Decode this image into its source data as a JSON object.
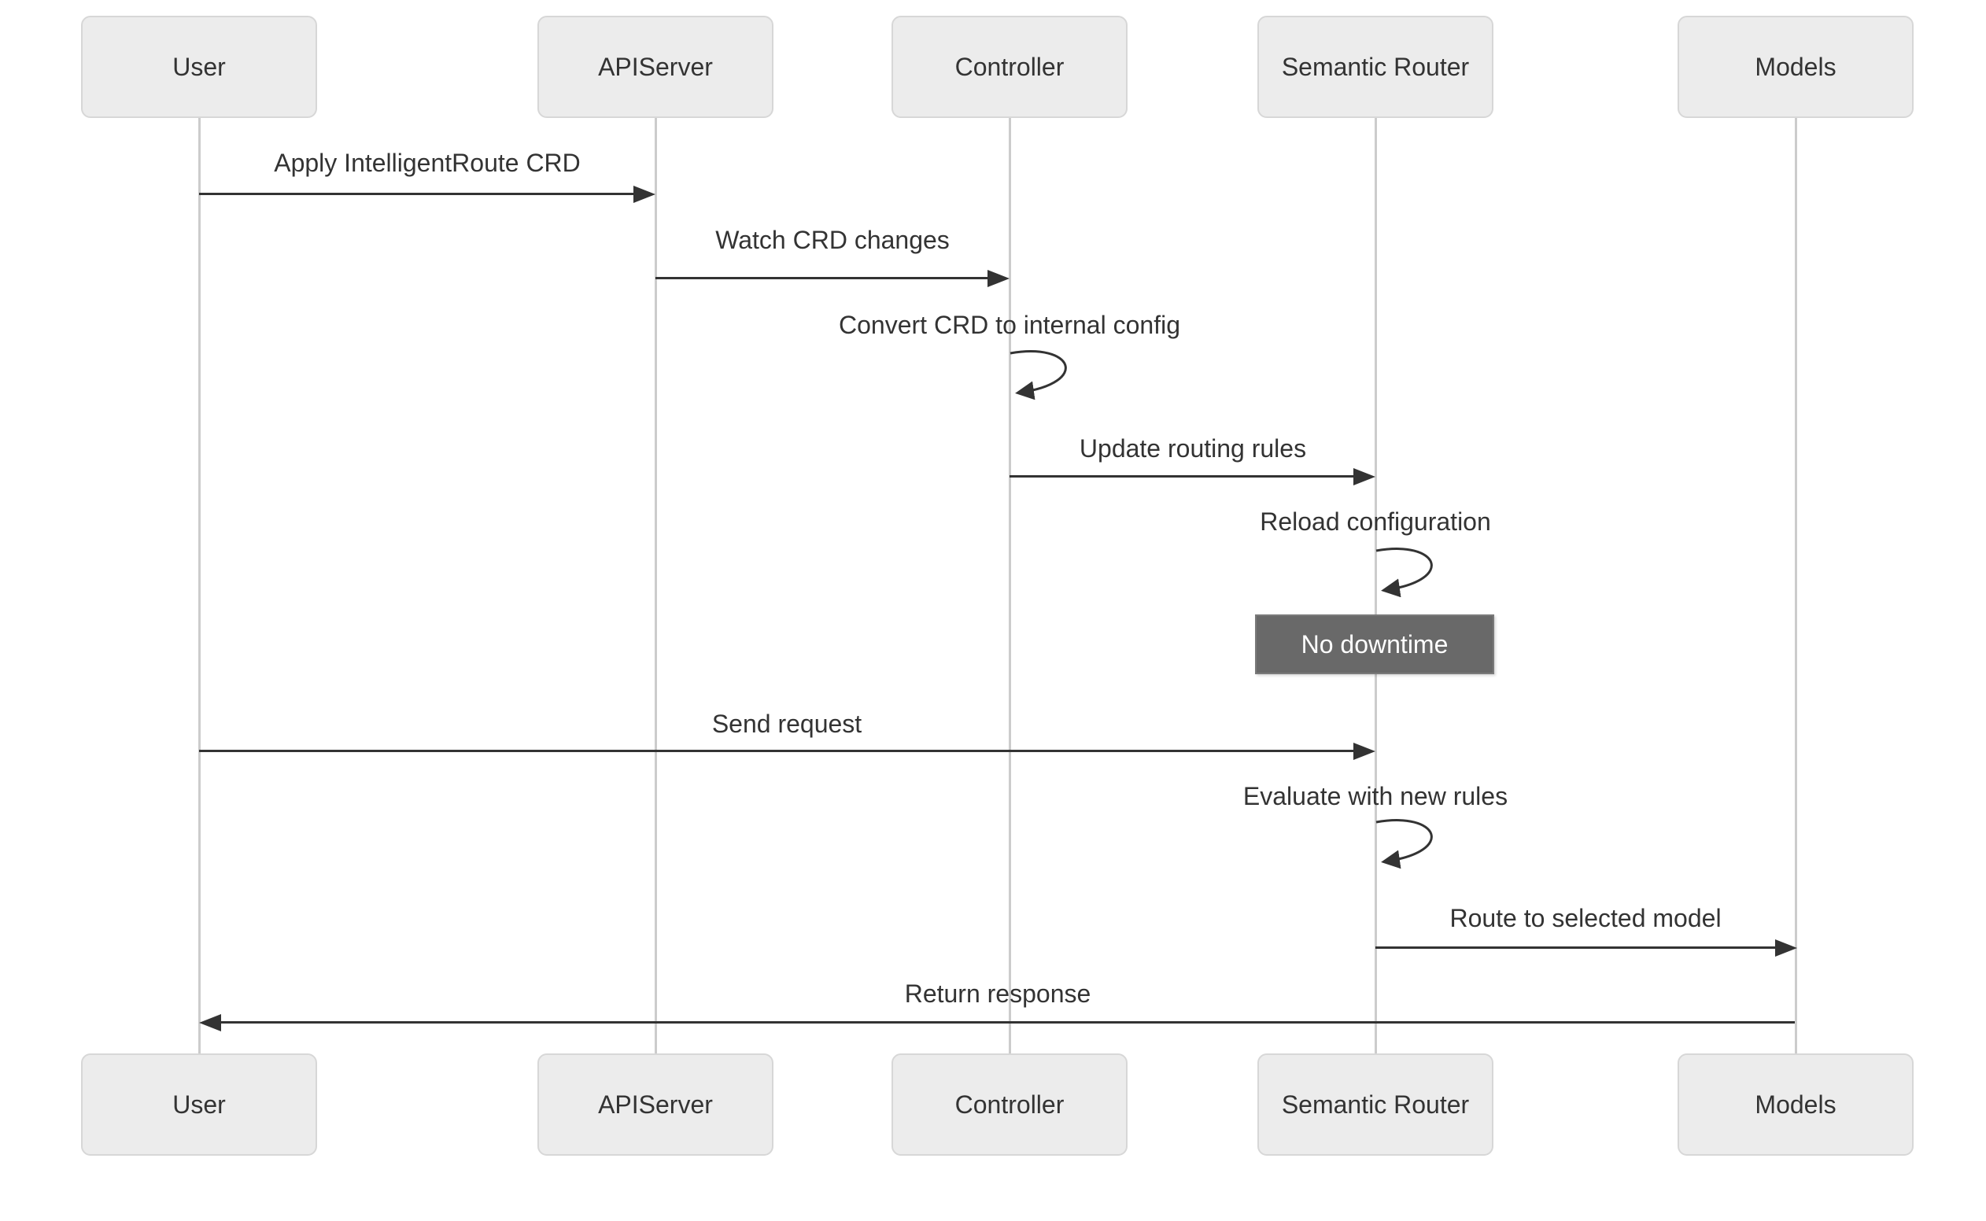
{
  "diagram": {
    "type": "sequence-diagram",
    "colors": {
      "background": "#ffffff",
      "actor_fill": "#ececec",
      "actor_border": "#d7d7d7",
      "actor_text": "#333333",
      "lifeline": "#cccccc",
      "arrow": "#333333",
      "message_text": "#333333",
      "note_fill": "#696969",
      "note_border": "#7a7a7a",
      "note_text": "#ffffff"
    },
    "actors": [
      {
        "label": "User"
      },
      {
        "label": "APIServer"
      },
      {
        "label": "Controller"
      },
      {
        "label": "Semantic Router"
      },
      {
        "label": "Models"
      }
    ],
    "messages": [
      {
        "label": "Apply IntelligentRoute CRD",
        "from": "User",
        "to": "APIServer",
        "kind": "solid-arrow"
      },
      {
        "label": "Watch CRD changes",
        "from": "APIServer",
        "to": "Controller",
        "kind": "solid-arrow"
      },
      {
        "label": "Convert CRD to internal config",
        "from": "Controller",
        "to": "Controller",
        "kind": "self-loop"
      },
      {
        "label": "Update routing rules",
        "from": "Controller",
        "to": "Semantic Router",
        "kind": "solid-arrow"
      },
      {
        "label": "Reload configuration",
        "from": "Semantic Router",
        "to": "Semantic Router",
        "kind": "self-loop"
      },
      {
        "label": "Send request",
        "from": "User",
        "to": "Semantic Router",
        "kind": "solid-arrow"
      },
      {
        "label": "Evaluate with new rules",
        "from": "Semantic Router",
        "to": "Semantic Router",
        "kind": "self-loop"
      },
      {
        "label": "Route to selected model",
        "from": "Semantic Router",
        "to": "Models",
        "kind": "solid-arrow"
      },
      {
        "label": "Return response",
        "from": "Models",
        "to": "User",
        "kind": "solid-arrow"
      }
    ],
    "note": {
      "label": "No downtime",
      "over": "Semantic Router"
    }
  }
}
